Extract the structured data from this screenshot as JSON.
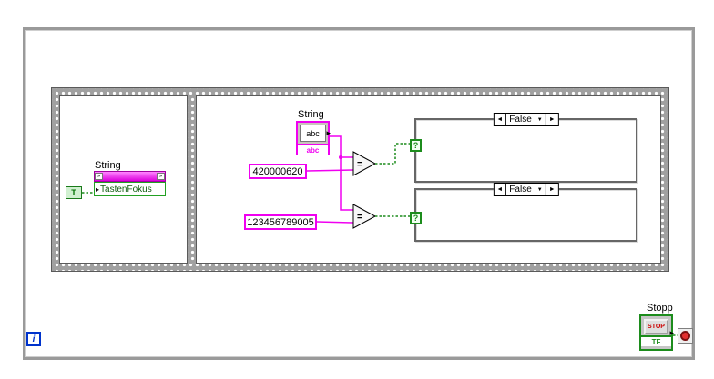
{
  "colors": {
    "string_pink": "#F000F0",
    "boolean_green": "#1C8C1C",
    "structure_gray": "#9A9A9A",
    "stop_red": "#CC0000",
    "iteration_blue": "#0033CC"
  },
  "while_loop": {
    "iteration_terminal": "i"
  },
  "left_frame": {
    "label": "String",
    "boolean_constant": "T",
    "property_node": {
      "corner_glyph_left": "»",
      "corner_glyph_right": "»",
      "input_arrow": "▸",
      "property_name": "TastenFokus"
    }
  },
  "right_frame": {
    "string_terminal": {
      "label": "String",
      "icon_text": "abc",
      "type_text": "abc",
      "output_arrow": "▸"
    },
    "constants": [
      {
        "value": "420000620"
      },
      {
        "value": "123456789005"
      }
    ],
    "comparisons": [
      {
        "operator": "="
      },
      {
        "operator": "="
      }
    ],
    "cases": [
      {
        "prev_arrow": "◄",
        "selector_value": "False",
        "dropdown_arrow": "▼",
        "next_arrow": "►",
        "selector_terminal": "?"
      },
      {
        "prev_arrow": "◄",
        "selector_value": "False",
        "dropdown_arrow": "▼",
        "next_arrow": "►",
        "selector_terminal": "?"
      }
    ]
  },
  "stop_control": {
    "label": "Stopp",
    "button_text": "STOP",
    "type_text": "TF",
    "output_arrow": "▸"
  }
}
